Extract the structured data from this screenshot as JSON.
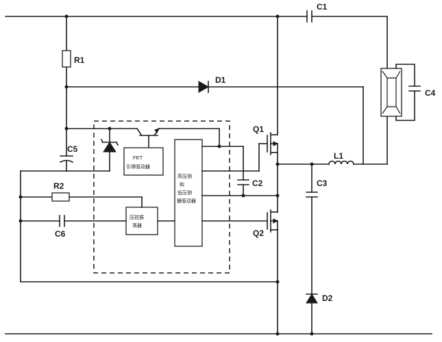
{
  "components": {
    "c1": "C1",
    "c2": "C2",
    "c3": "C3",
    "c4": "C4",
    "c5": "C5",
    "c6": "C6",
    "r1": "R1",
    "r2": "R2",
    "d1": "D1",
    "d2": "D2",
    "l1": "L1",
    "q1": "Q1",
    "q2": "Q2"
  },
  "blocks": {
    "fet_driver": {
      "line1": "FET",
      "line2": "引得驱动器"
    },
    "gate_driver": {
      "line1": "高压侧",
      "line2": "和",
      "line3": "低压侧",
      "line4": "栅驱动器"
    },
    "oscillator": {
      "line1": "压控振",
      "line2": "荡器"
    }
  }
}
